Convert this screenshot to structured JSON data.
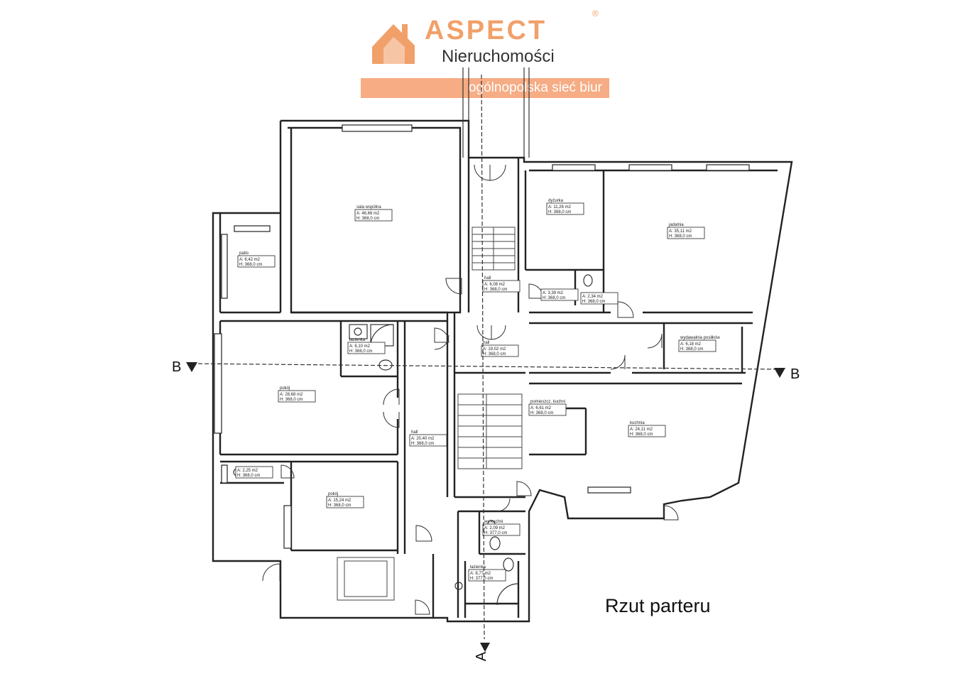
{
  "logo": {
    "name": "ASPECT",
    "registered": "®",
    "subtitle": "Nieruchomości",
    "tagline": "ogólnopolska sieć biur",
    "color": "#f1a06a"
  },
  "plan_title": "Rzut parteru",
  "sections": {
    "b_left": "B",
    "b_right": "B",
    "a_bottom": "A"
  },
  "rooms": [
    {
      "name": "sala wspólna",
      "area": "A: 46,66 m2",
      "height": "H: 368,0 cm"
    },
    {
      "name": "patio",
      "area": "A: 6,42 m2",
      "height": "H: 368,0 cm"
    },
    {
      "name": "dyżurka",
      "area": "A: 11,26 m2",
      "height": "H: 368,0 cm"
    },
    {
      "name": "jadalnia",
      "area": "A: 35,11 m2",
      "height": "H: 368,0 cm"
    },
    {
      "name": "hall",
      "area": "A: 6,08 m2",
      "height": "H: 368,0 cm"
    },
    {
      "name": "",
      "area": "A: 3,39 m2",
      "height": "H: 368,0 cm"
    },
    {
      "name": "",
      "area": "A: 2,34 m2",
      "height": "H: 368,0 cm"
    },
    {
      "name": "łazienka",
      "area": "A: 6,10 m2",
      "height": "H: 368,0 cm"
    },
    {
      "name": "hall",
      "area": "A: 19,02 m2",
      "height": "H: 368,0 cm"
    },
    {
      "name": "wydawalnia posiłków",
      "area": "A: 6,18 m2",
      "height": "H: 368,0 cm"
    },
    {
      "name": "pokój",
      "area": "A: 28,68 m2",
      "height": "H: 368,0 cm"
    },
    {
      "name": "hall",
      "area": "A: 20,40 m2",
      "height": "H: 368,0 cm"
    },
    {
      "name": "pomieszcz. kuchni",
      "area": "A: 6,61 m2",
      "height": "H: 368,0 cm"
    },
    {
      "name": "kuchnia",
      "area": "A: 24,11 m2",
      "height": "H: 368,0 cm"
    },
    {
      "name": "",
      "area": "A: 2,25 m2",
      "height": "H: 368,0 cm"
    },
    {
      "name": "pokój",
      "area": "A: 15,24 m2",
      "height": "H: 368,0 cm"
    },
    {
      "name": "wc kuchni",
      "area": "A: 2,09 m2",
      "height": "H: 377,0 cm"
    },
    {
      "name": "łazienka",
      "area": "A: 8,77 m2",
      "height": "H: 377,0 cm"
    }
  ]
}
